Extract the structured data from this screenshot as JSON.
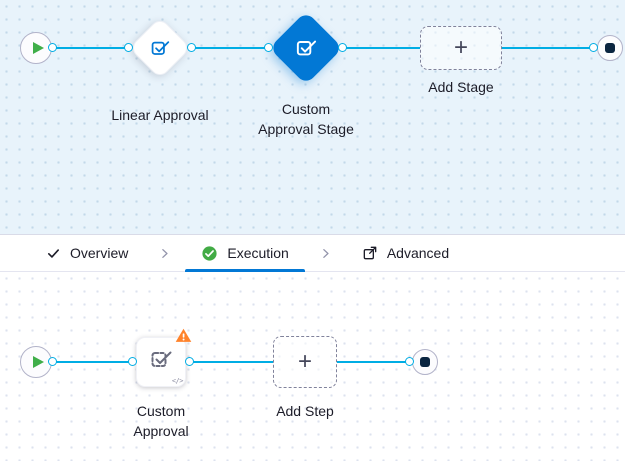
{
  "colors": {
    "accent_blue": "#0278d5",
    "edge_blue": "#00ade4",
    "success_green": "#42ab45",
    "warning_orange": "#ff832b",
    "canvas_top_bg": "#e8f3fb",
    "text_dark": "#1c1c28"
  },
  "stage_pipeline": {
    "start_icon": "play-icon",
    "end_icon": "stop-icon",
    "stages": [
      {
        "label": "Linear Approval",
        "icon": "approval-stage-icon",
        "selected": false
      },
      {
        "label": "Custom Approval Stage",
        "icon": "approval-stage-icon",
        "selected": true
      }
    ],
    "add_stage": {
      "label": "Add Stage",
      "glyph": "+"
    }
  },
  "tab_bar": {
    "separator_icon": "chevron-right-icon",
    "tabs": [
      {
        "label": "Overview",
        "icon": "check-icon",
        "active": false
      },
      {
        "label": "Execution",
        "icon": "check-circle-icon",
        "active": true
      },
      {
        "label": "Advanced",
        "icon": "advanced-icon",
        "active": false
      }
    ]
  },
  "step_pipeline": {
    "start_icon": "play-icon",
    "end_icon": "stop-icon",
    "steps": [
      {
        "label": "Custom Approval",
        "icon": "approval-step-icon",
        "has_warning": true,
        "code_glyph": "</>"
      }
    ],
    "add_step": {
      "label": "Add Step",
      "glyph": "+"
    }
  }
}
